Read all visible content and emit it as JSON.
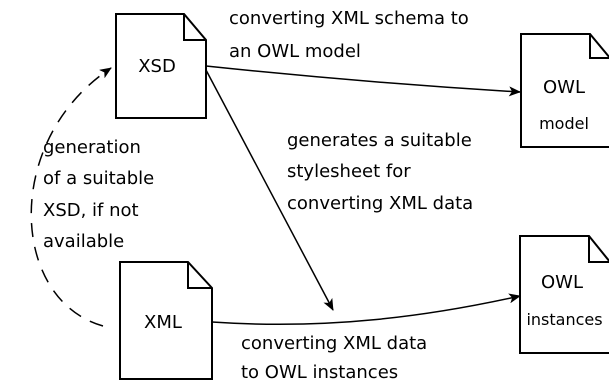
{
  "nodes": {
    "xsd": {
      "label": "XSD"
    },
    "xml": {
      "label": "XML"
    },
    "owl_model": {
      "line1": "OWL",
      "line2": "model"
    },
    "owl_instances": {
      "line1": "OWL",
      "line2": "instances"
    }
  },
  "edges": {
    "xsd_to_owl_model": {
      "line1": "converting XML schema to",
      "line2": "an OWL model"
    },
    "xsd_to_xml_arrow": {
      "line1": "generates a suitable",
      "line2": "stylesheet for",
      "line3": "converting XML data"
    },
    "xml_to_owl_instances": {
      "line1": "converting XML data",
      "line2": "to OWL instances"
    },
    "xml_to_xsd_dashed": {
      "line1": "generation",
      "line2": "of a suitable",
      "line3": "XSD, if not",
      "line4": "available"
    }
  }
}
